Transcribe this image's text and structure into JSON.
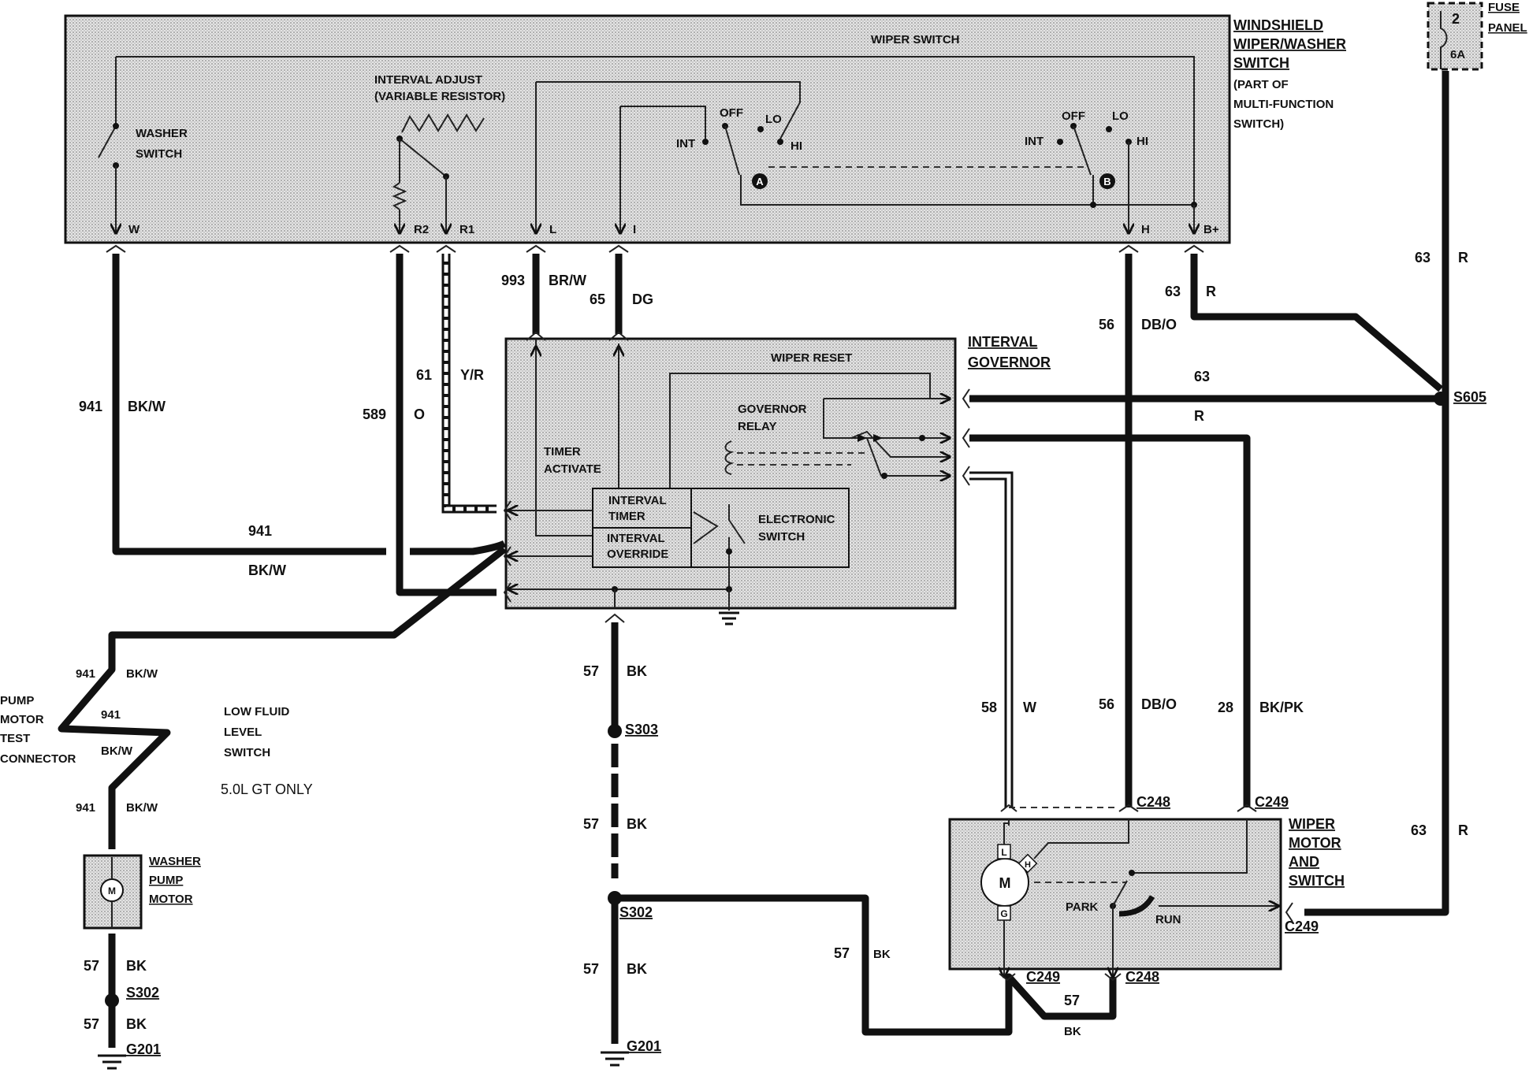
{
  "wiper_switch": {
    "title_lines": [
      "WINDSHIELD",
      "WIPER/WASHER",
      "SWITCH",
      "(PART OF",
      "MULTI-FUNCTION",
      "SWITCH)"
    ],
    "wiper_switch_label": "WIPER SWITCH",
    "washer_switch_lines": [
      "WASHER",
      "SWITCH"
    ],
    "interval_adjust_lines": [
      "INTERVAL ADJUST",
      "(VARIABLE RESISTOR)"
    ],
    "positions_left": {
      "off": "OFF",
      "lo": "LO",
      "int": "INT",
      "hi": "HI",
      "contact": "A"
    },
    "positions_right": {
      "off": "OFF",
      "lo": "LO",
      "int": "INT",
      "hi": "HI",
      "contact": "B"
    },
    "terminals": {
      "w": "W",
      "r2": "R2",
      "r1": "R1",
      "l": "L",
      "i": "I",
      "h": "H",
      "bplus": "B+"
    }
  },
  "fuse": {
    "lines": [
      "FUSE",
      "PANEL"
    ],
    "number": "2",
    "rating": "6A"
  },
  "interval_governor": {
    "title_lines": [
      "INTERVAL",
      "GOVERNOR"
    ],
    "wiper_reset": "WIPER RESET",
    "governor_relay_lines": [
      "GOVERNOR",
      "RELAY"
    ],
    "timer_activate_lines": [
      "TIMER",
      "ACTIVATE"
    ],
    "interval_timer_lines": [
      "INTERVAL",
      "TIMER"
    ],
    "interval_override_lines": [
      "INTERVAL",
      "OVERRIDE"
    ],
    "electronic_switch_lines": [
      "ELECTRONIC",
      "SWITCH"
    ]
  },
  "wires": {
    "w941": {
      "circuit": "941",
      "color": "BK/W"
    },
    "w589": {
      "circuit": "589",
      "color": "O"
    },
    "w61": {
      "circuit": "61",
      "color": "Y/R"
    },
    "w993": {
      "circuit": "993",
      "color": "BR/W"
    },
    "w65": {
      "circuit": "65",
      "color": "DG"
    },
    "w56": {
      "circuit": "56",
      "color": "DB/O"
    },
    "w63": {
      "circuit": "63",
      "color": "R"
    },
    "w57": {
      "circuit": "57",
      "color": "BK"
    },
    "w58": {
      "circuit": "58",
      "color": "W"
    },
    "w28": {
      "circuit": "28",
      "color": "BK/PK"
    }
  },
  "splices": {
    "s605": "S605",
    "s303": "S303",
    "s302": "S302"
  },
  "grounds": {
    "g201": "G201"
  },
  "connectors": {
    "c248": "C248",
    "c249": "C249"
  },
  "pump_test_connector_lines": [
    "PUMP",
    "MOTOR",
    "TEST",
    "CONNECTOR"
  ],
  "low_fluid_lines": [
    "LOW FLUID",
    "LEVEL",
    "SWITCH"
  ],
  "gt_only": "5.0L GT ONLY",
  "washer_pump_lines": [
    "WASHER",
    "PUMP",
    "MOTOR"
  ],
  "wiper_motor_lines": [
    "WIPER",
    "MOTOR",
    "AND",
    "SWITCH"
  ],
  "motor_labels": {
    "m": "M",
    "l": "L",
    "g": "G",
    "h": "H",
    "park": "PARK",
    "run": "RUN"
  }
}
